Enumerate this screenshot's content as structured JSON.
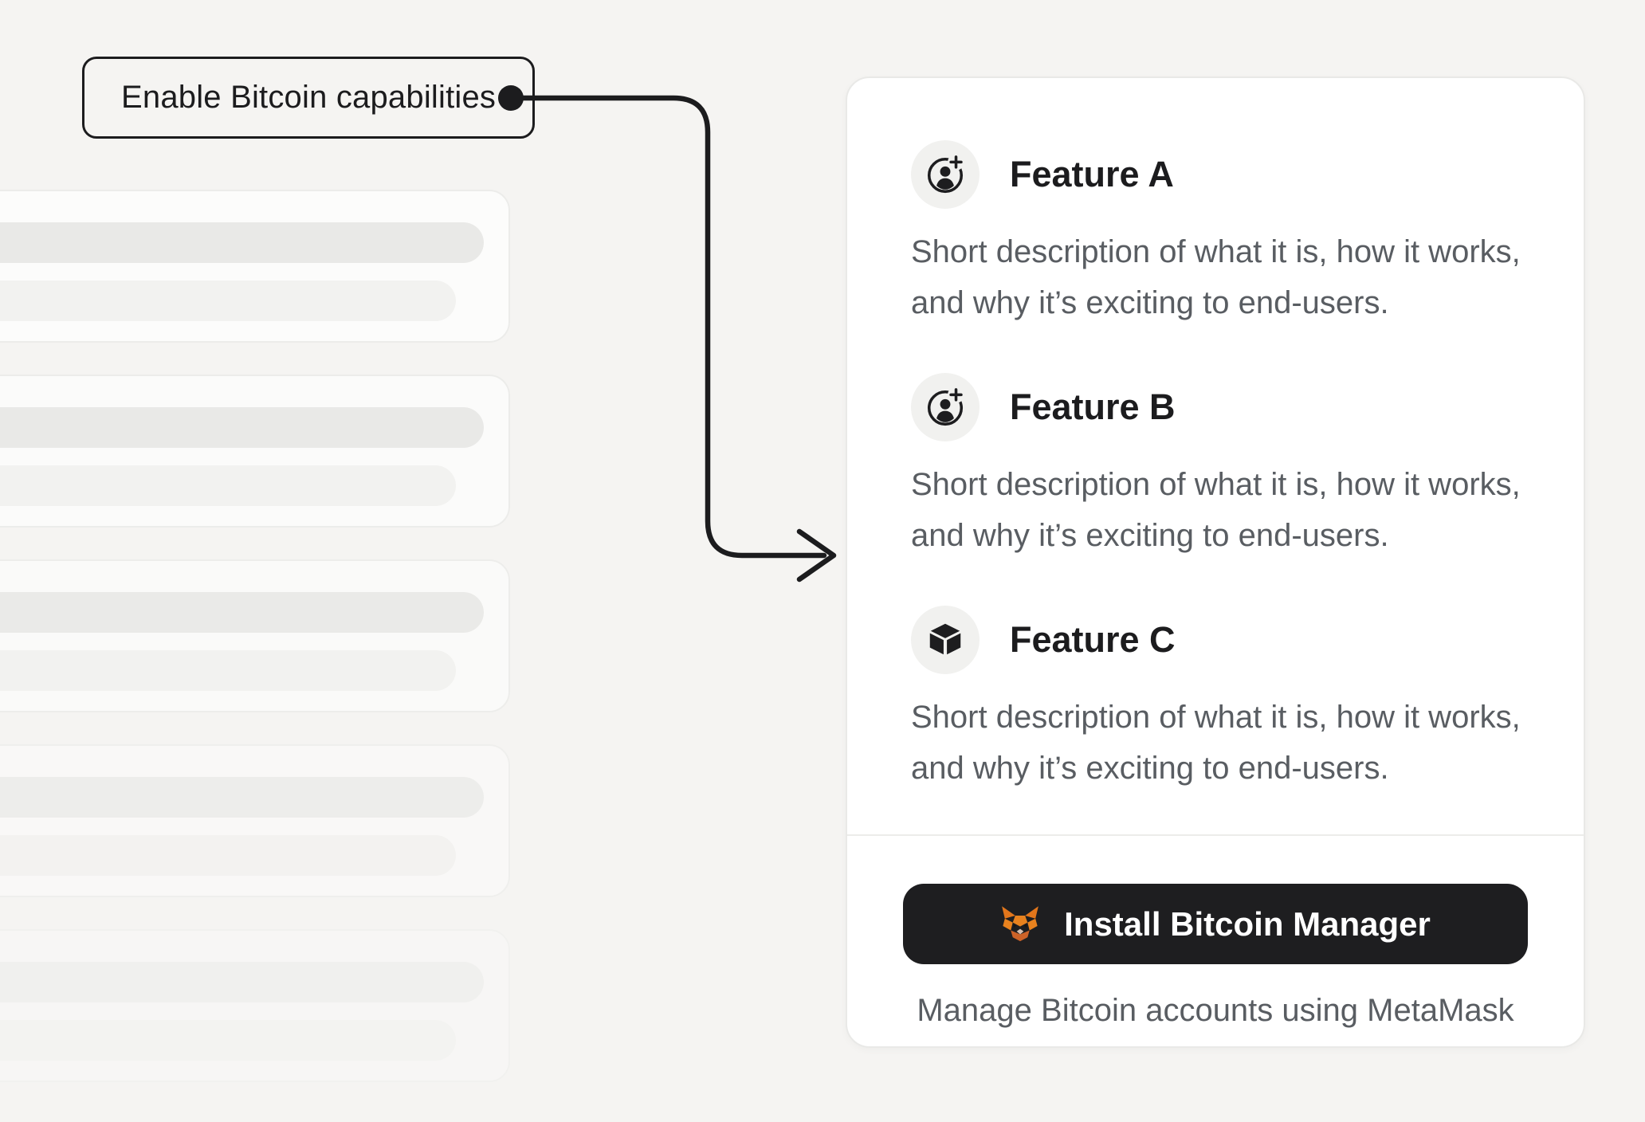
{
  "callout": {
    "label": "Enable Bitcoin capabilities"
  },
  "card": {
    "features": [
      {
        "title": "Feature A",
        "icon": "user-plus-circle-icon",
        "description": "Short description of what it is, how it works, and why it’s exciting to end-users."
      },
      {
        "title": "Feature B",
        "icon": "user-plus-circle-icon",
        "description": "Short description of what it is, how it works, and why it’s exciting to end-users."
      },
      {
        "title": "Feature C",
        "icon": "cube-icon",
        "description": "Short description of what it is, how it works, and why it’s exciting to end-users."
      }
    ],
    "footer": {
      "button_label": "Install Bitcoin Manager",
      "button_icon": "metamask-fox-icon",
      "caption": "Manage Bitcoin accounts using MetaMask"
    }
  },
  "colors": {
    "background": "#f5f4f2",
    "card_background": "#ffffff",
    "ink": "#1c1c1e",
    "muted_text": "#595d62",
    "button_background": "#1e1e20",
    "metamask_orange": "#e8821e"
  }
}
